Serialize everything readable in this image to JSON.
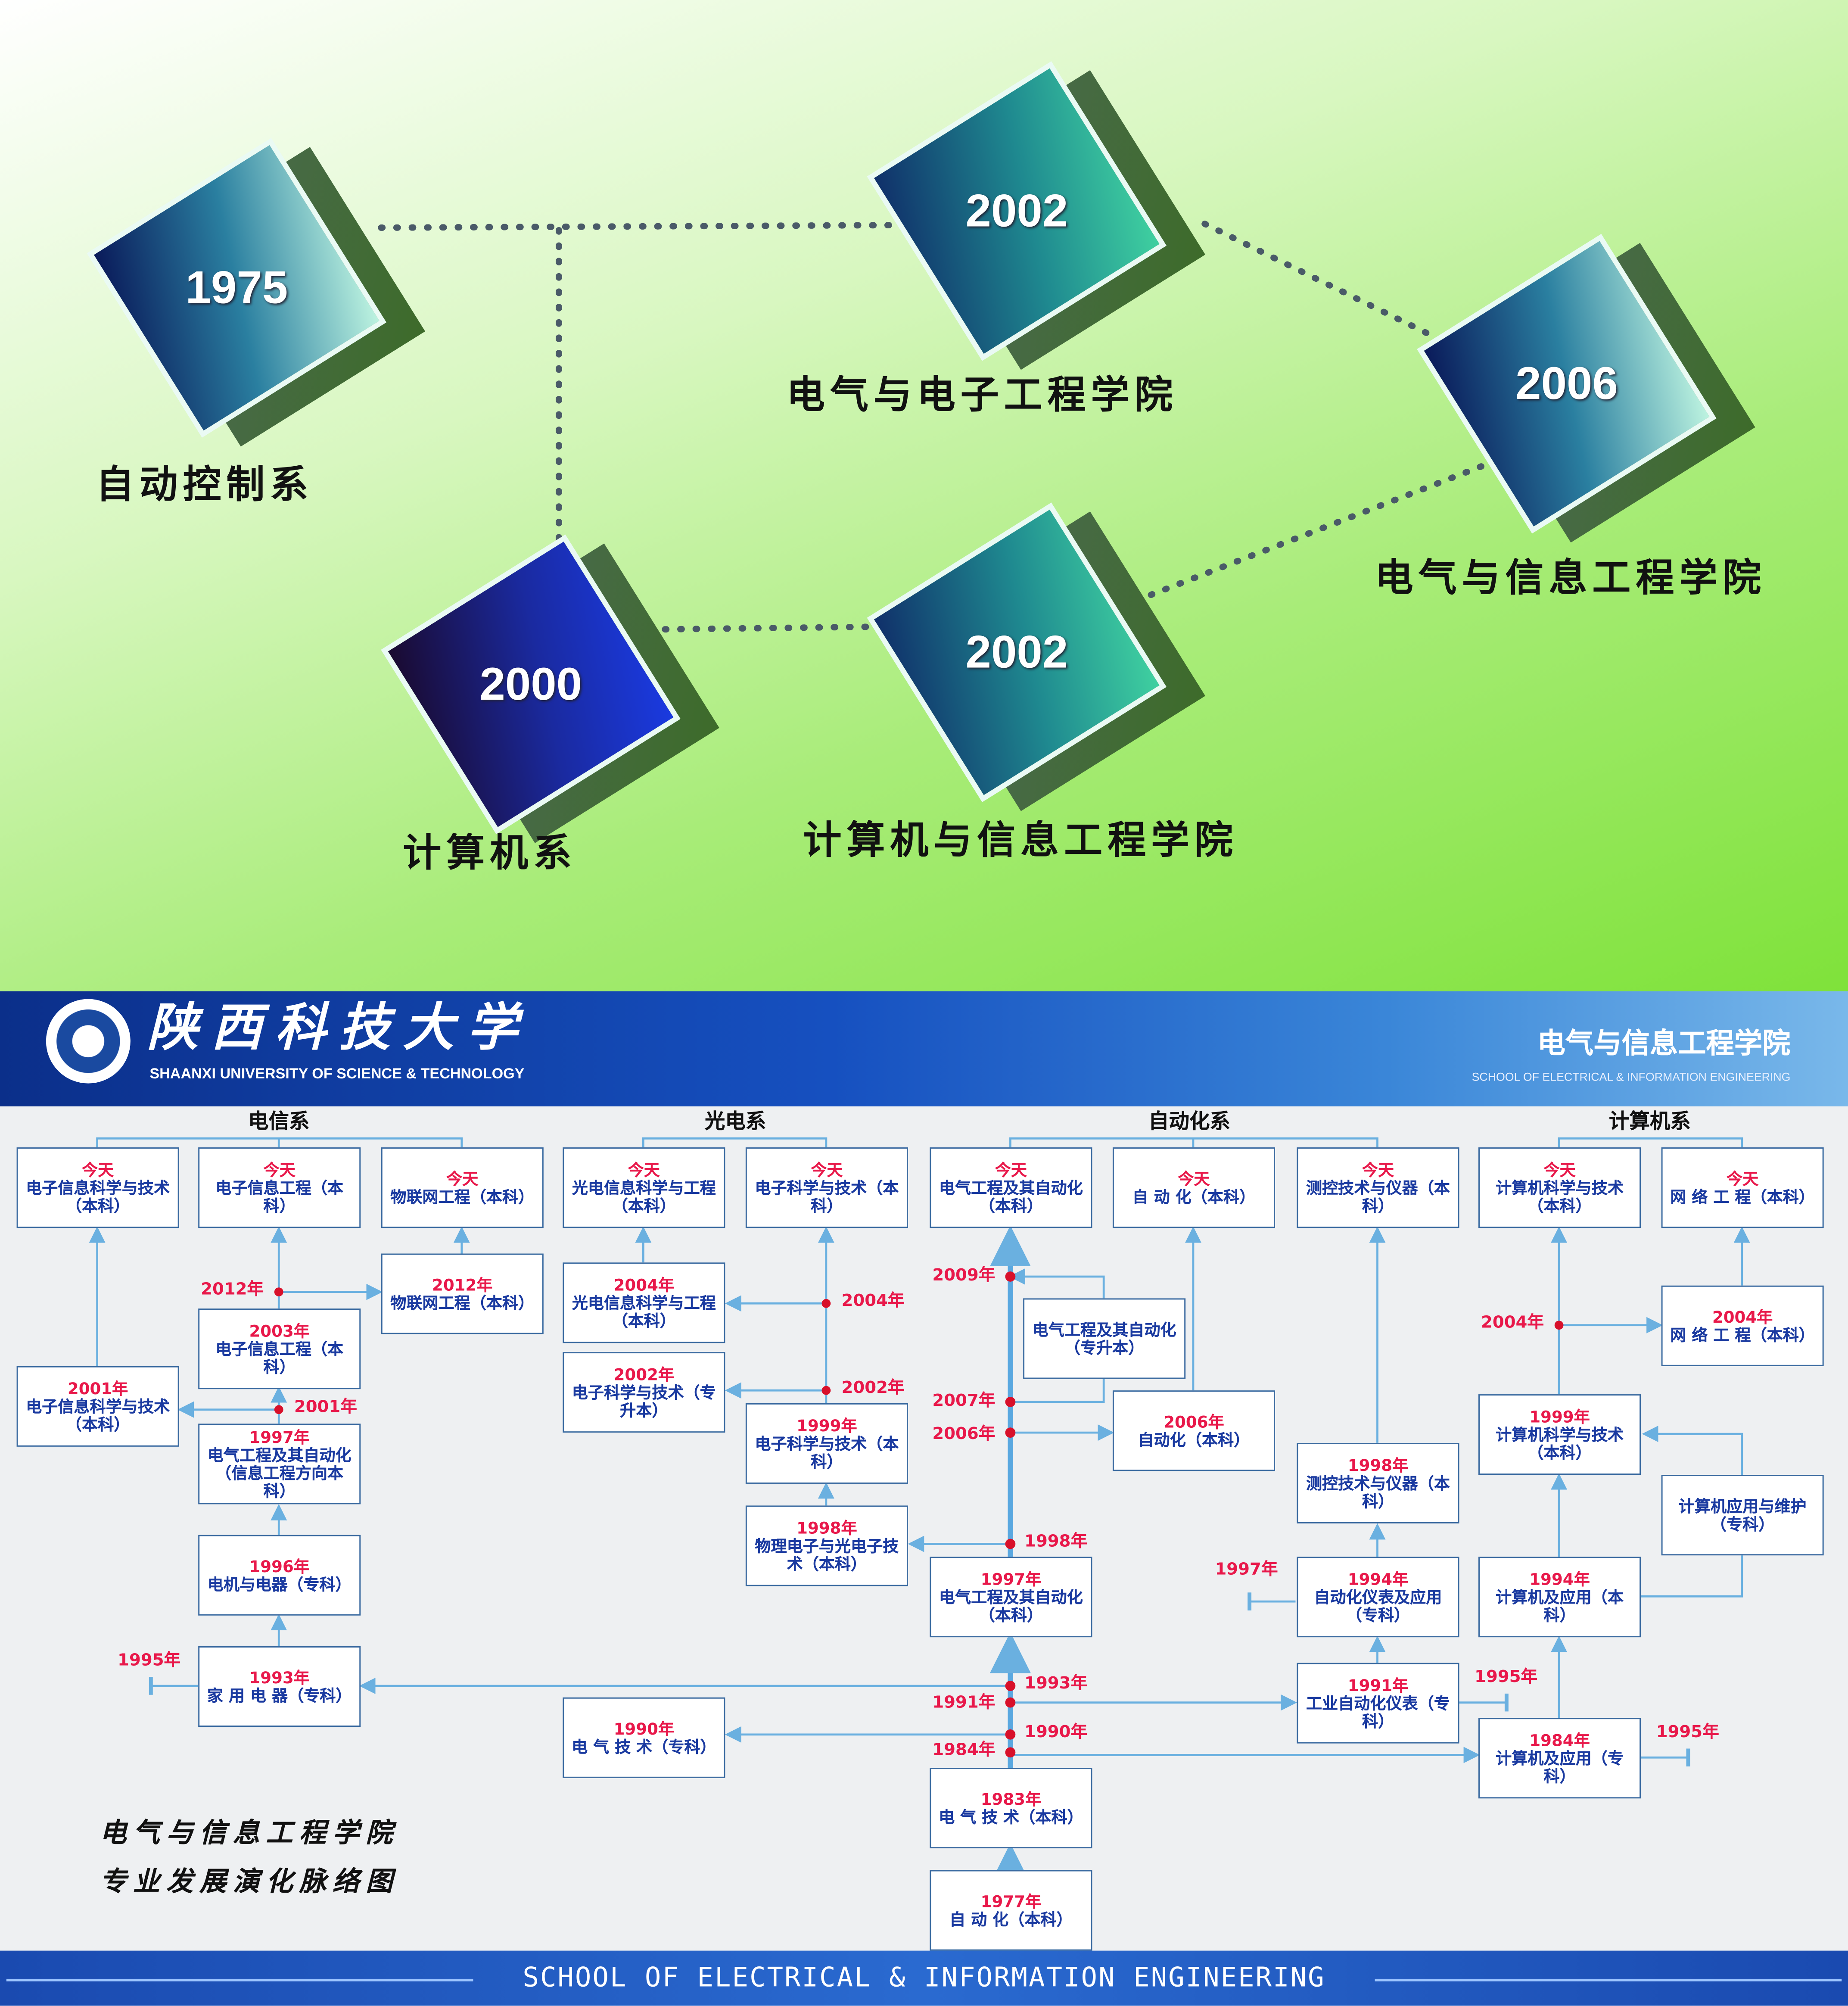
{
  "history": {
    "nodes": [
      {
        "year": "1975",
        "label": "自动控制系"
      },
      {
        "year": "2002",
        "label": "电气与电子工程学院"
      },
      {
        "year": "2006",
        "label": "电气与信息工程学院"
      },
      {
        "year": "2000",
        "label": "计算机系"
      },
      {
        "year": "2002",
        "label": "计算机与信息工程学院"
      }
    ]
  },
  "header": {
    "university_cn": "陕西科技大学",
    "university_en": "SHAANXI UNIVERSITY OF SCIENCE & TECHNOLOGY",
    "school_cn": "电气与信息工程学院",
    "school_en": "SCHOOL OF ELECTRICAL & INFORMATION ENGINEERING"
  },
  "departments": [
    "电信系",
    "光电系",
    "自动化系",
    "计算机系"
  ],
  "boxes": [
    {
      "year": "今天",
      "text": "电子信息科学与技术（本科）"
    },
    {
      "year": "今天",
      "text": "电子信息工程（本科）"
    },
    {
      "year": "今天",
      "text": "物联网工程（本科）"
    },
    {
      "year": "今天",
      "text": "光电信息科学与工程（本科）"
    },
    {
      "year": "今天",
      "text": "电子科学与技术（本科）"
    },
    {
      "year": "今天",
      "text": "电气工程及其自动化（本科）"
    },
    {
      "year": "今天",
      "text": "自 动 化（本科）"
    },
    {
      "year": "今天",
      "text": "测控技术与仪器（本科）"
    },
    {
      "year": "今天",
      "text": "计算机科学与技术（本科）"
    },
    {
      "year": "今天",
      "text": "网 络 工 程（本科）"
    },
    {
      "year": "2012年",
      "text": "物联网工程（本科）"
    },
    {
      "year": "2003年",
      "text": "电子信息工程（本科）"
    },
    {
      "year": "2001年",
      "text": "电子信息科学与技术（本科）"
    },
    {
      "year": "1997年",
      "text": "电气工程及其自动化（信息工程方向本科）"
    },
    {
      "year": "1996年",
      "text": "电机与电器（专科）"
    },
    {
      "year": "1993年",
      "text": "家 用 电 器（专科）"
    },
    {
      "year": "2004年",
      "text": "光电信息科学与工程（本科）"
    },
    {
      "year": "2002年",
      "text": "电子科学与技术（专升本）"
    },
    {
      "year": "1999年",
      "text": "电子科学与技术（本科）"
    },
    {
      "year": "1998年",
      "text": "物理电子与光电子技术（本科）"
    },
    {
      "year": "1990年",
      "text": "电 气 技 术（专科）"
    },
    {
      "year": "",
      "text": "电气工程及其自动化（专升本）"
    },
    {
      "year": "2006年",
      "text": "自动化（本科）"
    },
    {
      "year": "1997年",
      "text": "电气工程及其自动化（本科）"
    },
    {
      "year": "1983年",
      "text": "电 气 技 术（本科）"
    },
    {
      "year": "1977年",
      "text": "自 动 化（本科）"
    },
    {
      "year": "1998年",
      "text": "测控技术与仪器（本科）"
    },
    {
      "year": "1994年",
      "text": "自动化仪表及应用（专科）"
    },
    {
      "year": "1991年",
      "text": "工业自动化仪表（专科）"
    },
    {
      "year": "2004年",
      "text": "网 络 工 程（本科）"
    },
    {
      "year": "1999年",
      "text": "计算机科学与技术（本科）"
    },
    {
      "year": "",
      "text": "计算机应用与维护（专科）"
    },
    {
      "year": "1994年",
      "text": "计算机及应用（本科）"
    },
    {
      "year": "1984年",
      "text": "计算机及应用（专科）"
    }
  ],
  "year_marks": [
    "2012年",
    "2001年",
    "2004年",
    "2002年",
    "2009年",
    "2007年",
    "2006年",
    "1998年",
    "1993年",
    "1991年",
    "1990年",
    "1984年",
    "1995年",
    "1997年",
    "1995年",
    "1995年",
    "2004年"
  ],
  "caption": {
    "line1": "电气与信息工程学院",
    "line2": "专业发展演化脉络图"
  },
  "footer": "SCHOOL OF ELECTRICAL & INFORMATION ENGINEERING"
}
